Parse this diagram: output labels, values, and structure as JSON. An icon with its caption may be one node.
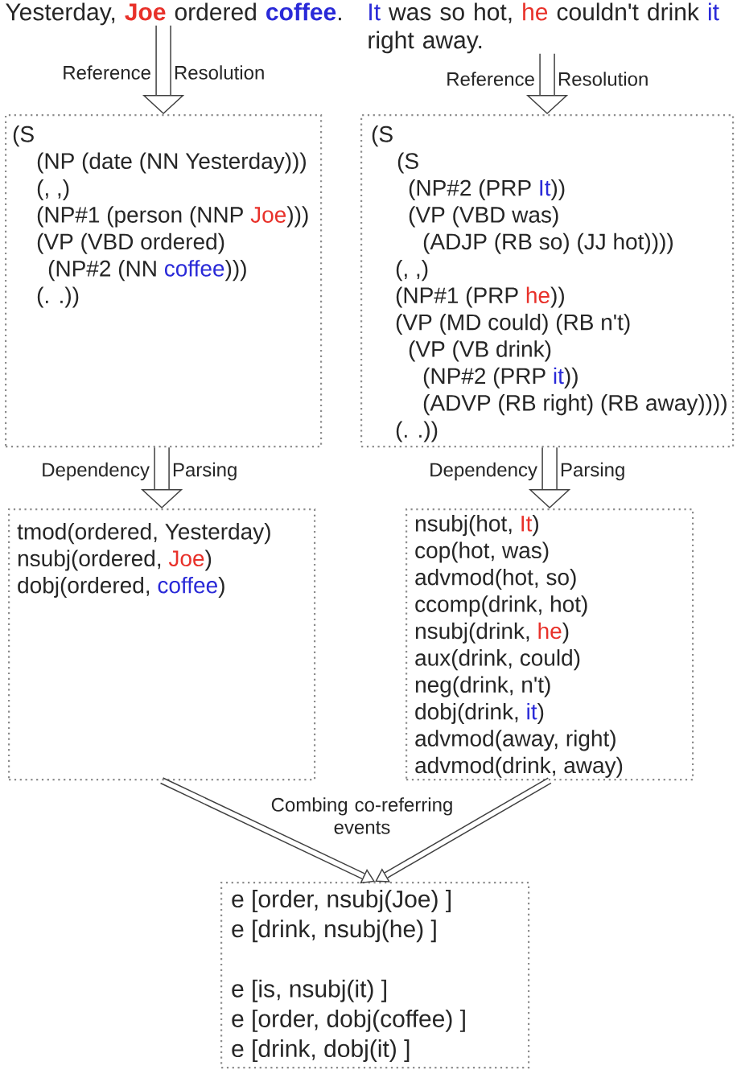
{
  "diagram": {
    "nodes": [
      {
        "text": [
          "Yesterday, **Joe** ordered **coffee**."
        ]
      },
      {
        "text": [
          "It was so hot, he couldn't drink it right away."
        ]
      },
      {
        "text": [
          "(S",
          "(NP (date (NN Yesterday)))",
          "(, ,)",
          "(NP#1 (person (NNP Joe)))",
          "(VP (VBD ordered)",
          "(NP#2 (NN coffee)))",
          "(. .))"
        ]
      },
      {
        "text": [
          "(S",
          "(S",
          "(NP#2 (PRP It))",
          "(VP (VBD was)",
          "(ADJP (RB so) (JJ hot))))",
          "(, ,)",
          "(NP#1 (PRP he))",
          "(VP (MD could) (RB n't)",
          "(VP (VB drink)",
          "(NP#2 (PRP it))",
          "(ADVP (RB right) (RB away))))",
          "(. .))"
        ]
      },
      {
        "text": [
          "tmod(ordered, Yesterday)",
          "nsubj(ordered, Joe)",
          "dobj(ordered, coffee)"
        ]
      },
      {
        "text": [
          "nsubj(hot, It)",
          "cop(hot, was)",
          "advmod(hot, so)",
          "ccomp(drink, hot)",
          "nsubj(drink, he)",
          "aux(drink, could)",
          "neg(drink, n't)",
          "dobj(drink, it)",
          "advmod(away, right)",
          "advmod(drink, away)"
        ]
      },
      {
        "text": [
          "e [order, nsubj(Joe) ]",
          "e [drink, nsubj(he) ]",
          "e [is, nsubj(it) ]",
          "e [order, dobj(coffee) ]",
          "e [drink, dobj(it) ]"
        ]
      }
    ],
    "edges": [
      {
        "from": 0,
        "to": 2,
        "arrow": "to",
        "label": "Reference Resolution"
      },
      {
        "from": 1,
        "to": 3,
        "arrow": "to",
        "label": "Reference Resolution"
      },
      {
        "from": 2,
        "to": 4,
        "arrow": "to",
        "label": "Dependency Parsing"
      },
      {
        "from": 3,
        "to": 5,
        "arrow": "to",
        "label": "Dependency Parsing"
      },
      {
        "from": 4,
        "to": 6,
        "arrow": "to",
        "label": "Combing co-referring events"
      },
      {
        "from": 5,
        "to": 6,
        "arrow": "to"
      }
    ]
  }
}
